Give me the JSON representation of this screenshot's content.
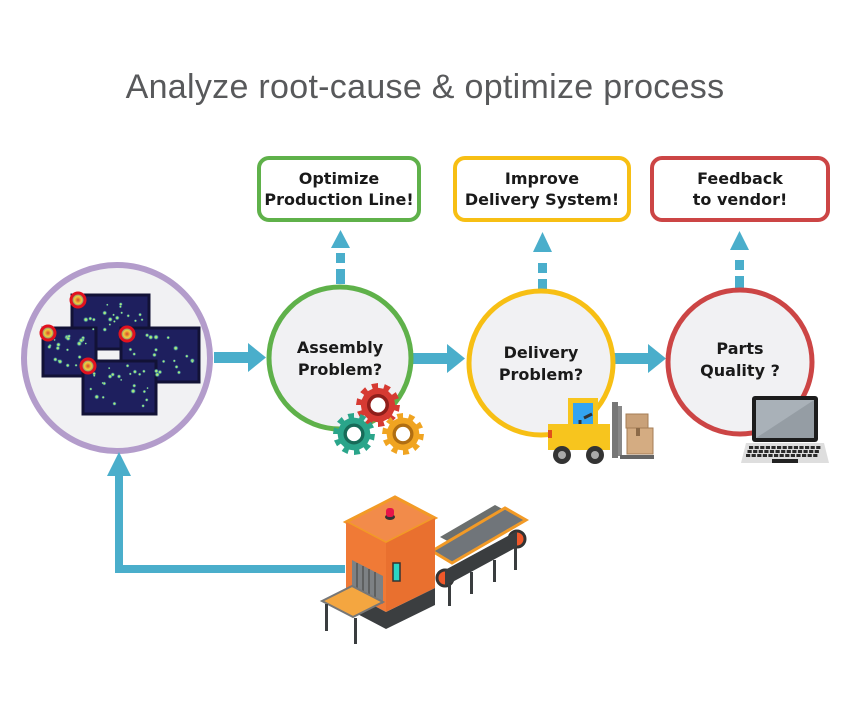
{
  "title": "Analyze root-cause & optimize process",
  "colors": {
    "arrow": "#4aaecb",
    "inspection_ring": "#b39ccb",
    "assembly": "#5fb14a",
    "delivery": "#f7bf14",
    "parts": "#cc4545",
    "title_text": "#58595b"
  },
  "source": {
    "name": "inspection-images",
    "icon": "defect-heatmap-icon",
    "highlighted_defects": 4
  },
  "stages": [
    {
      "id": "assembly",
      "label": "Assembly\nProblem?",
      "icon": "gears-icon",
      "action": "Optimize\nProduction Line!"
    },
    {
      "id": "delivery",
      "label": "Delivery\nProblem?",
      "icon": "forklift-icon",
      "action": "Improve\nDelivery System!"
    },
    {
      "id": "parts",
      "label": "Parts\nQuality ?",
      "icon": "laptop-icon",
      "action": "Feedback\nto vendor!"
    }
  ],
  "production": {
    "icon": "conveyor-machine-icon"
  }
}
